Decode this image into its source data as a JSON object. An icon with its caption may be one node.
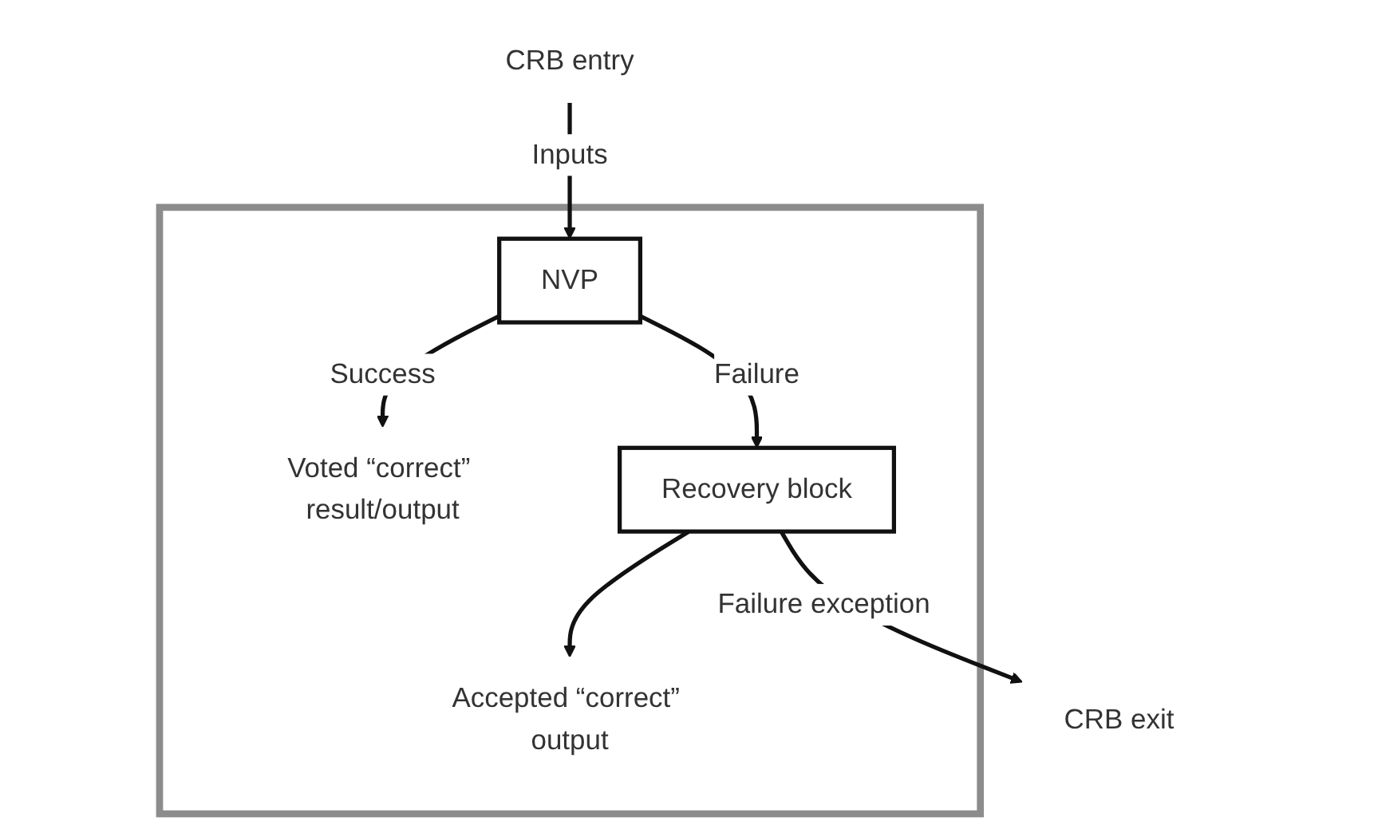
{
  "diagram": {
    "nodes": [
      {
        "text": [],
        "shape": "box"
      },
      {
        "text": [
          "CRB entry"
        ]
      },
      {
        "text": [
          "NVP"
        ],
        "in": 0
      },
      {
        "text": [
          "Voted “correct” result/output"
        ],
        "in": 0
      },
      {
        "text": [
          "Recovery block"
        ],
        "in": 0
      },
      {
        "text": [
          "Accepted “correct” output"
        ],
        "in": 0
      },
      {
        "text": [
          "CRB exit"
        ]
      }
    ],
    "edges": [
      {
        "from": 1,
        "to": 2,
        "arrow": "to",
        "label": "Inputs"
      },
      {
        "from": 2,
        "to": 3,
        "arrow": "to",
        "label": "Success"
      },
      {
        "from": 2,
        "to": 4,
        "arrow": "to",
        "label": "Failure"
      },
      {
        "from": 4,
        "to": 5,
        "arrow": "to"
      },
      {
        "from": 4,
        "to": 6,
        "arrow": "to",
        "label": "Failure exception"
      }
    ]
  }
}
